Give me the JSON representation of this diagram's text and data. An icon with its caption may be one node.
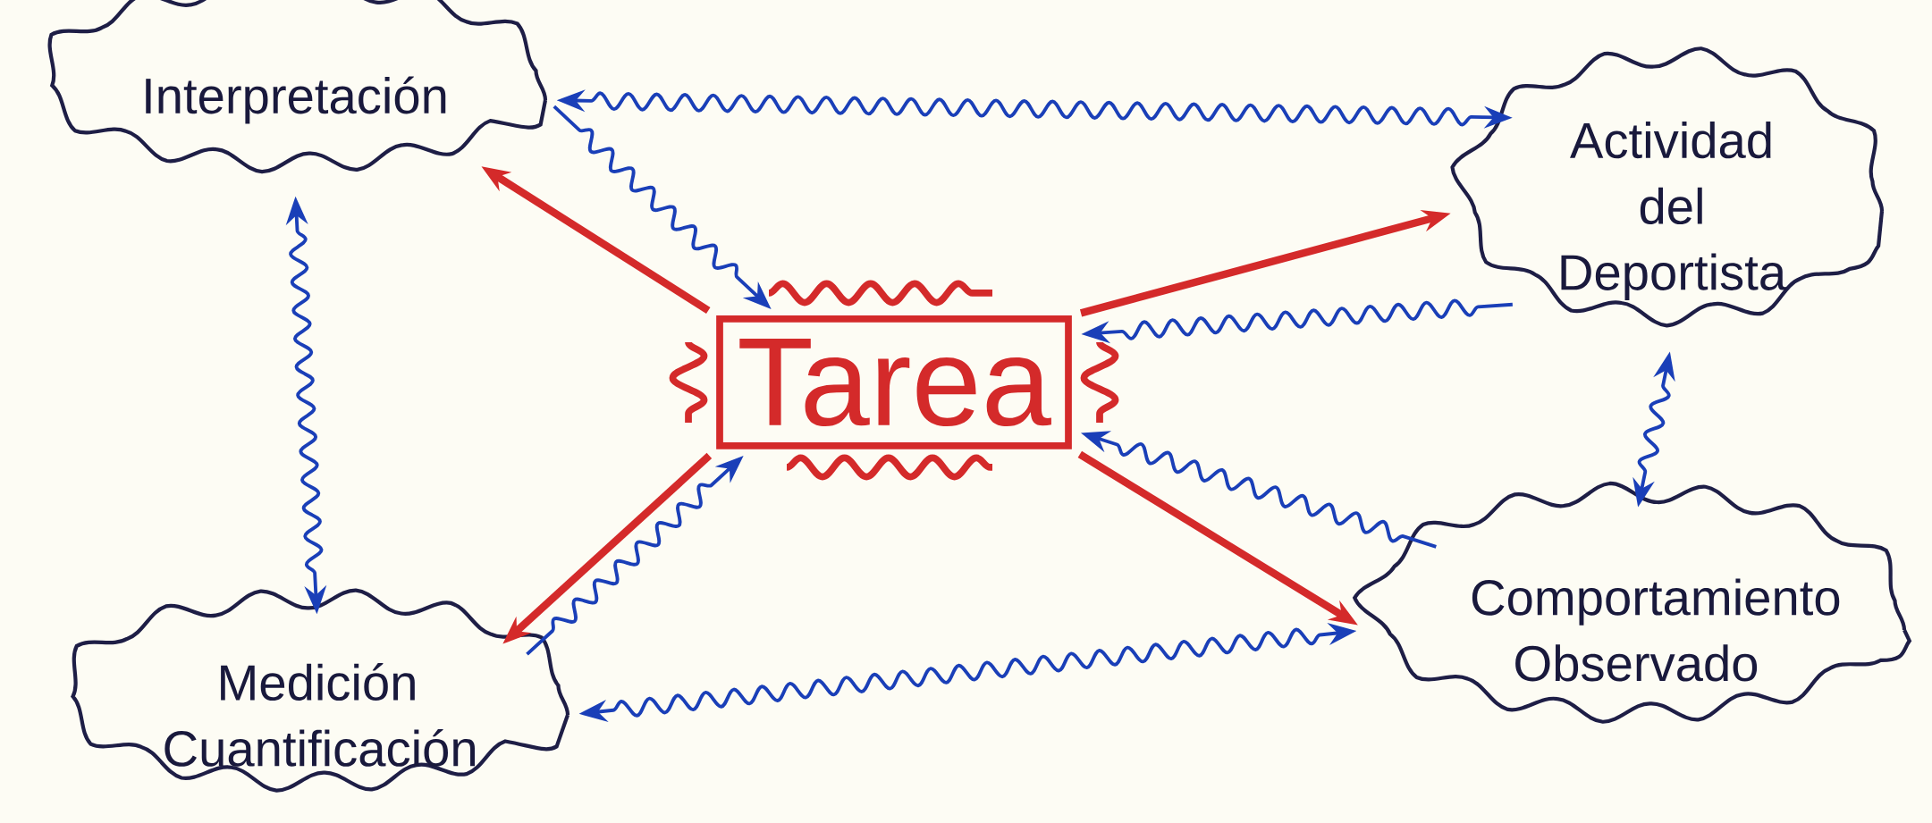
{
  "diagram": {
    "nodes": [
      {
        "text": [
          "Interpretación"
        ]
      },
      {
        "text": [
          "Actividad del Deportista"
        ]
      },
      {
        "text": [
          "Tarea"
        ]
      },
      {
        "text": [
          "Medición Cuantificación"
        ]
      },
      {
        "text": [
          "Comportamiento Observado"
        ]
      }
    ],
    "edges": [
      {
        "from": 2,
        "to": 0,
        "arrow": "to",
        "style": "thick",
        "color": "#d42a2a"
      },
      {
        "from": 2,
        "to": 1,
        "arrow": "to",
        "style": "thick",
        "color": "#d42a2a"
      },
      {
        "from": 2,
        "to": 3,
        "arrow": "to",
        "style": "thick",
        "color": "#d42a2a"
      },
      {
        "from": 2,
        "to": 4,
        "arrow": "to",
        "style": "thick",
        "color": "#d42a2a"
      },
      {
        "from": 0,
        "to": 1,
        "arrow": "both"
      },
      {
        "from": 0,
        "to": 3,
        "arrow": "both"
      },
      {
        "from": 1,
        "to": 4,
        "arrow": "both"
      },
      {
        "from": 3,
        "to": 4,
        "arrow": "both"
      },
      {
        "from": 0,
        "to": 2,
        "arrow": "to"
      },
      {
        "from": 1,
        "to": 2,
        "arrow": "to"
      },
      {
        "from": 3,
        "to": 2,
        "arrow": "to"
      },
      {
        "from": 4,
        "to": 2,
        "arrow": "to"
      }
    ]
  }
}
